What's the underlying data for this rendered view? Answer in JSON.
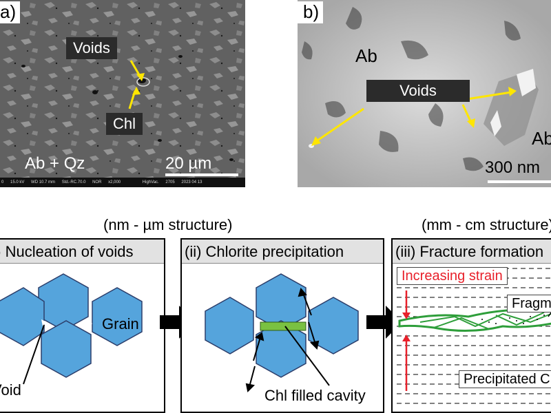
{
  "panel_a": {
    "label": "a)",
    "voids_label": "Voids",
    "chl_label": "Chl",
    "phase_label": "Ab + Qz",
    "scale_label": "20 µm",
    "info_bar": [
      "0",
      "15.0 kV",
      "WD 10.7 mm",
      "Std.-RC.70.0",
      "NOR",
      "x2,000",
      "HighVac.",
      "2705",
      "2023 04 13"
    ]
  },
  "panel_b": {
    "label": "b)",
    "ab_label_1": "Ab",
    "ab_label_2": "Ab",
    "voids_label": "Voids",
    "scale_label": "300 nm"
  },
  "headings": {
    "nm_um": "(nm - µm structure)",
    "mm_cm": "(mm - cm structure)"
  },
  "panel_i": {
    "title": "(i) Nucleation of voids",
    "grain_label": "Grain",
    "void_label": "Void"
  },
  "panel_ii": {
    "title": "(ii) Chlorite precipitation",
    "cavity_label": "Chl filled cavity"
  },
  "panel_iii": {
    "title": "(iii) Fracture formation",
    "strain_label": "Increasing strain",
    "fragment_label": "Fragments",
    "precipitated_label": "Precipitated Chl"
  },
  "colors": {
    "grain": "#55a4dc",
    "chlorite": "#7ac142",
    "arrow_yellow": "#ffe600",
    "strain_red": "#e8202a",
    "fracture_green": "#2e9e3a"
  }
}
